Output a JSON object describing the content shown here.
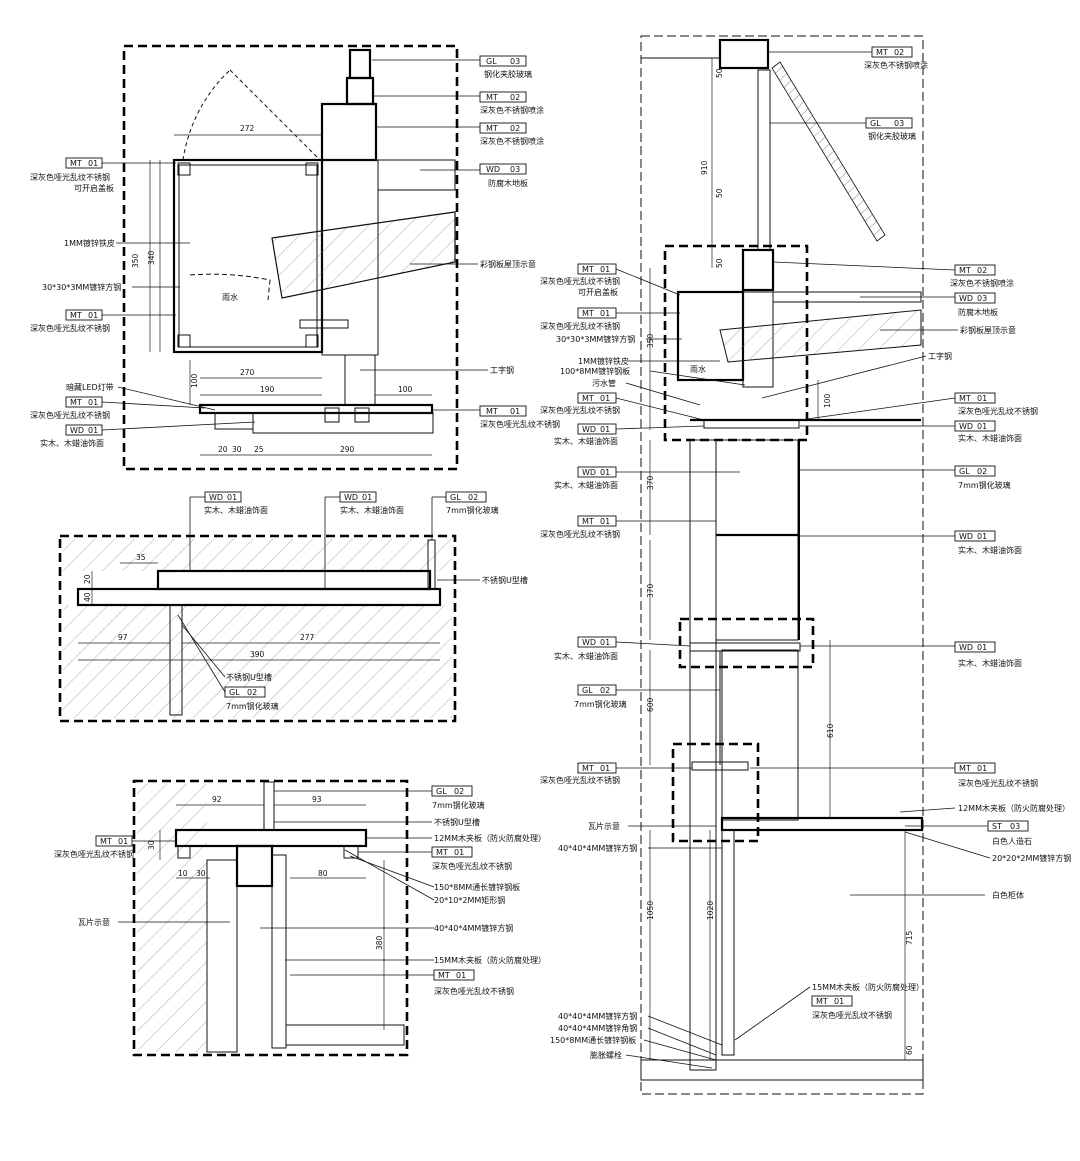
{
  "tags": {
    "MT01": {
      "code": "MT",
      "num": "01"
    },
    "MT02": {
      "code": "MT",
      "num": "02"
    },
    "GL02": {
      "code": "GL",
      "num": "02"
    },
    "GL03": {
      "code": "GL",
      "num": "03"
    },
    "WD01": {
      "code": "WD",
      "num": "01"
    },
    "WD03": {
      "code": "WD",
      "num": "03"
    },
    "ST03": {
      "code": "ST",
      "num": "03"
    }
  },
  "notes": {
    "laminated_glass": "钢化夹胶玻璃",
    "dark_grey_steel_spray": "深灰色不锈钢喷涂",
    "dark_grey_matte_steel": "深灰色哑光乱纹不锈钢",
    "openable_cover": "可开启盖板",
    "antiseptic_floor": "防腐木地板",
    "galv_sheet_1mm": "1MM镀锌铁皮",
    "galv_tube_30": "30*30*3MM镀锌方钢",
    "roof_hint": "彩钢板屋顶示意",
    "rain": "雨水",
    "i_beam": "工字钢",
    "led_strip": "暗藏LED灯带",
    "wood_wax": "实木、木蜡油饰面",
    "glass_7mm": "7mm钢化玻璃",
    "steel_u_channel": "不锈钢U型槽",
    "tile_hint": "瓦片示意",
    "plywood_12": "12MM木夹板（防火防腐处理）",
    "galv_plate_150": "150*8MM通长镀锌钢板",
    "rect_tube_20": "20*10*2MM矩形钢",
    "galv_tube_40": "40*40*4MM镀锌方钢",
    "plywood_15": "15MM木夹板（防火防腐处理）",
    "galv_sheet_1mm_b": "1MM镀锌铁皮",
    "galv_plate_100": "100*8MM镀锌钢板",
    "sewage_pipe": "污水管",
    "white_stone": "白色人造石",
    "galv_tube_20": "20*20*2MM镀锌方钢",
    "white_body": "白色柜体",
    "plywood_15_b": "15MM木夹板（防火防腐处理）",
    "galv_angle_40": "40*40*4MM镀锌角钢",
    "galv_plate_150b": "150*8MM通长镀锌钢板",
    "anchor_bolt": "膨胀螺栓"
  },
  "dims": {
    "d272": "272",
    "d340": "340",
    "d350": "350",
    "d100": "100",
    "d270": "270",
    "d190": "190",
    "d100b": "100",
    "d20": "20",
    "d30": "30",
    "d25": "25",
    "d290": "290",
    "d35": "35",
    "d20b": "20",
    "d40": "40",
    "d97": "97",
    "d277": "277",
    "d390": "390",
    "d92": "92",
    "d93": "93",
    "d30b": "30",
    "d10": "10",
    "d30c": "30",
    "d80": "80",
    "d380": "380",
    "d50": "50",
    "d910": "910",
    "d50b": "50",
    "d50c": "50",
    "d350b": "350",
    "d370": "370",
    "d370b": "370",
    "d600": "600",
    "d610": "610",
    "d1050": "1050",
    "d1020": "1020",
    "d715": "715",
    "d60": "60",
    "d100c": "100"
  }
}
